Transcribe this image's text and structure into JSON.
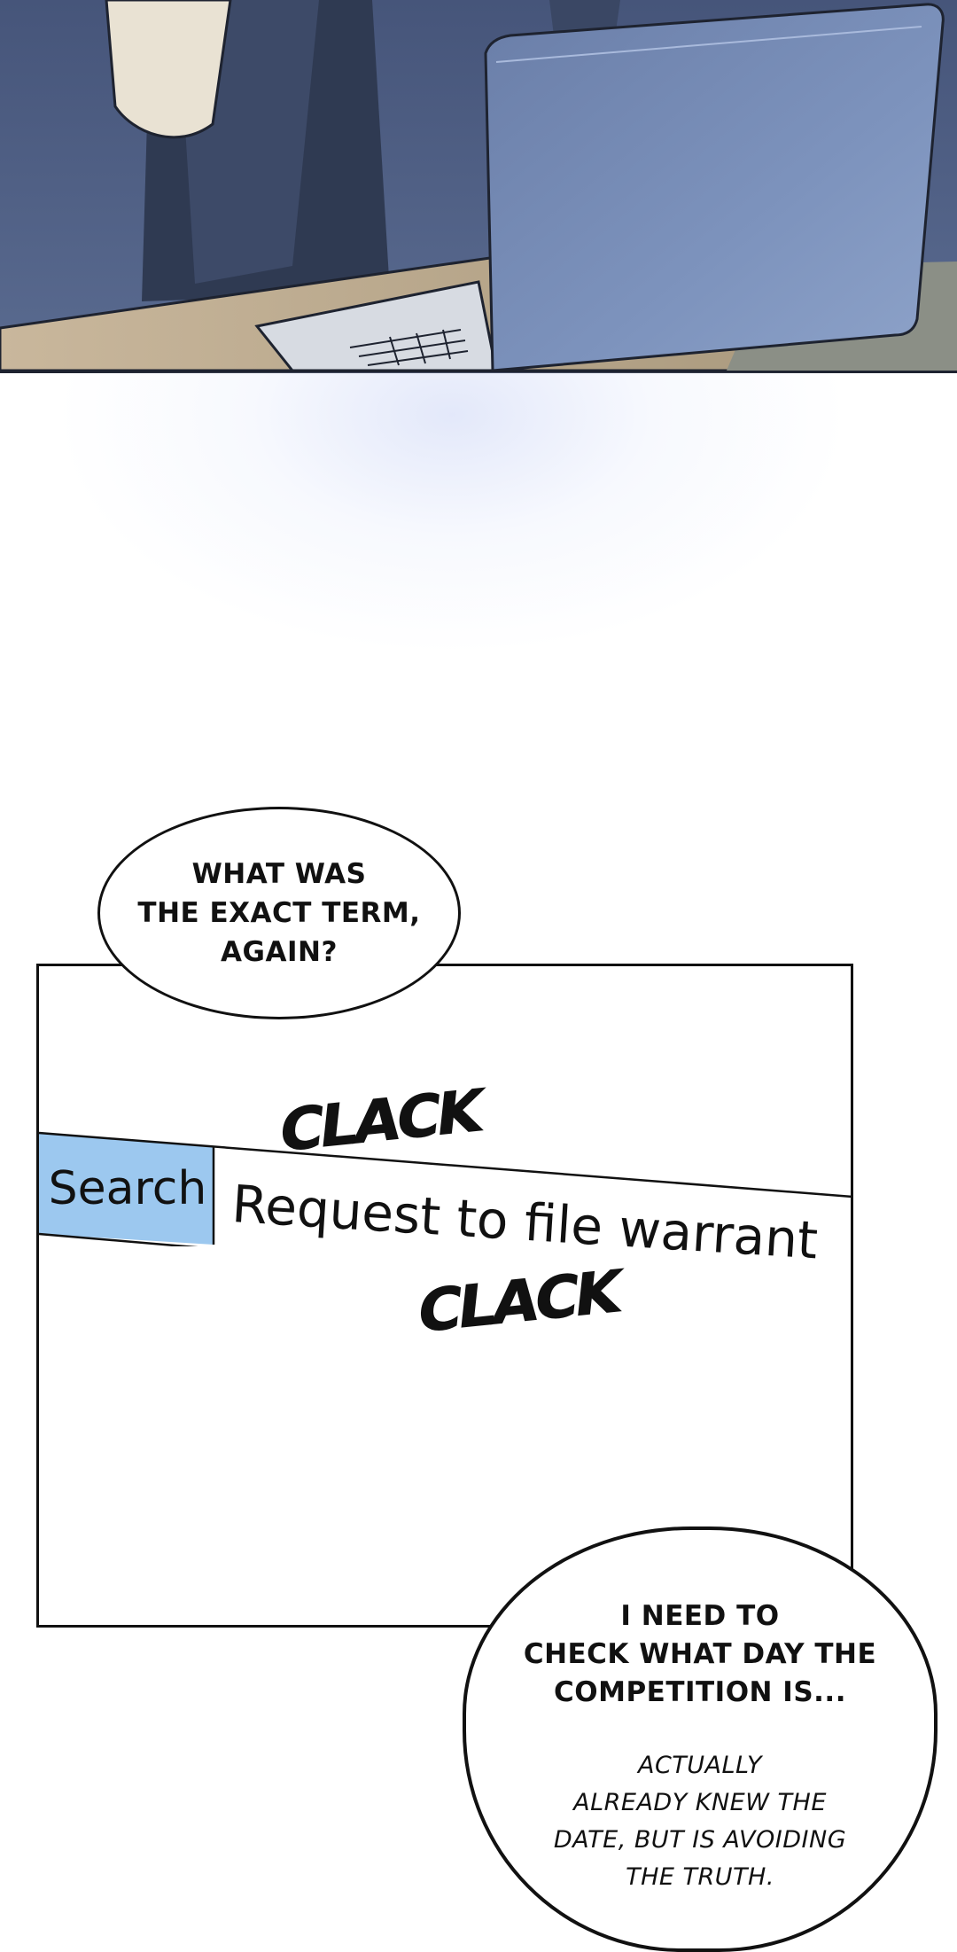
{
  "bubble_top": {
    "lines": [
      "WHAT WAS",
      "THE EXACT TERM,",
      "AGAIN?"
    ]
  },
  "search": {
    "button_label": "Search",
    "query": "Request to file warrant"
  },
  "sound_effects": [
    "CLACK",
    "CLACK"
  ],
  "bubble_bottom": {
    "main_lines": [
      "I NEED TO",
      "CHECK WHAT DAY THE",
      "COMPETITION IS..."
    ],
    "note_lines": [
      "ACTUALLY",
      "ALREADY KNEW THE",
      "DATE, BUT IS AVOIDING",
      "THE TRUTH."
    ]
  },
  "colors": {
    "search_button_bg": "#9cc8ef",
    "panel_border": "#111111",
    "art_blue": "#55668a"
  }
}
